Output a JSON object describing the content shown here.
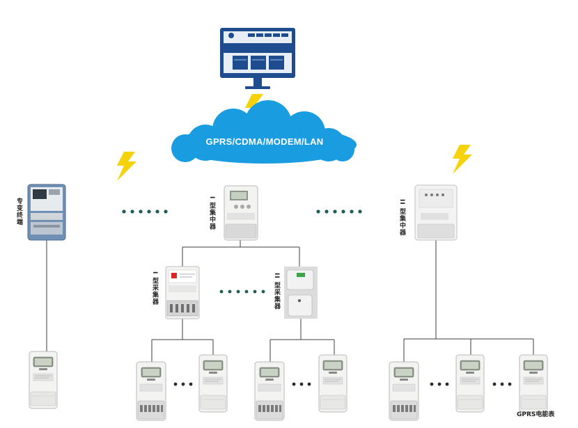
{
  "network": {
    "label": "GPRS/CDMA/MODEM/LAN"
  },
  "labels": {
    "special_terminal": "专变终端",
    "concentrator_1": "I 型集中器",
    "concentrator_2": "II 型集中器",
    "collector_1": "I 型采集器",
    "collector_2": "II 型采集器",
    "gprs_meter": "GPRS电能表"
  },
  "colors": {
    "line": "#3d3d3d",
    "dots": "#1f5c55",
    "cloud": "#1a9de0",
    "lightning": "#f5d20a",
    "monitor": "#1e4c8f"
  }
}
